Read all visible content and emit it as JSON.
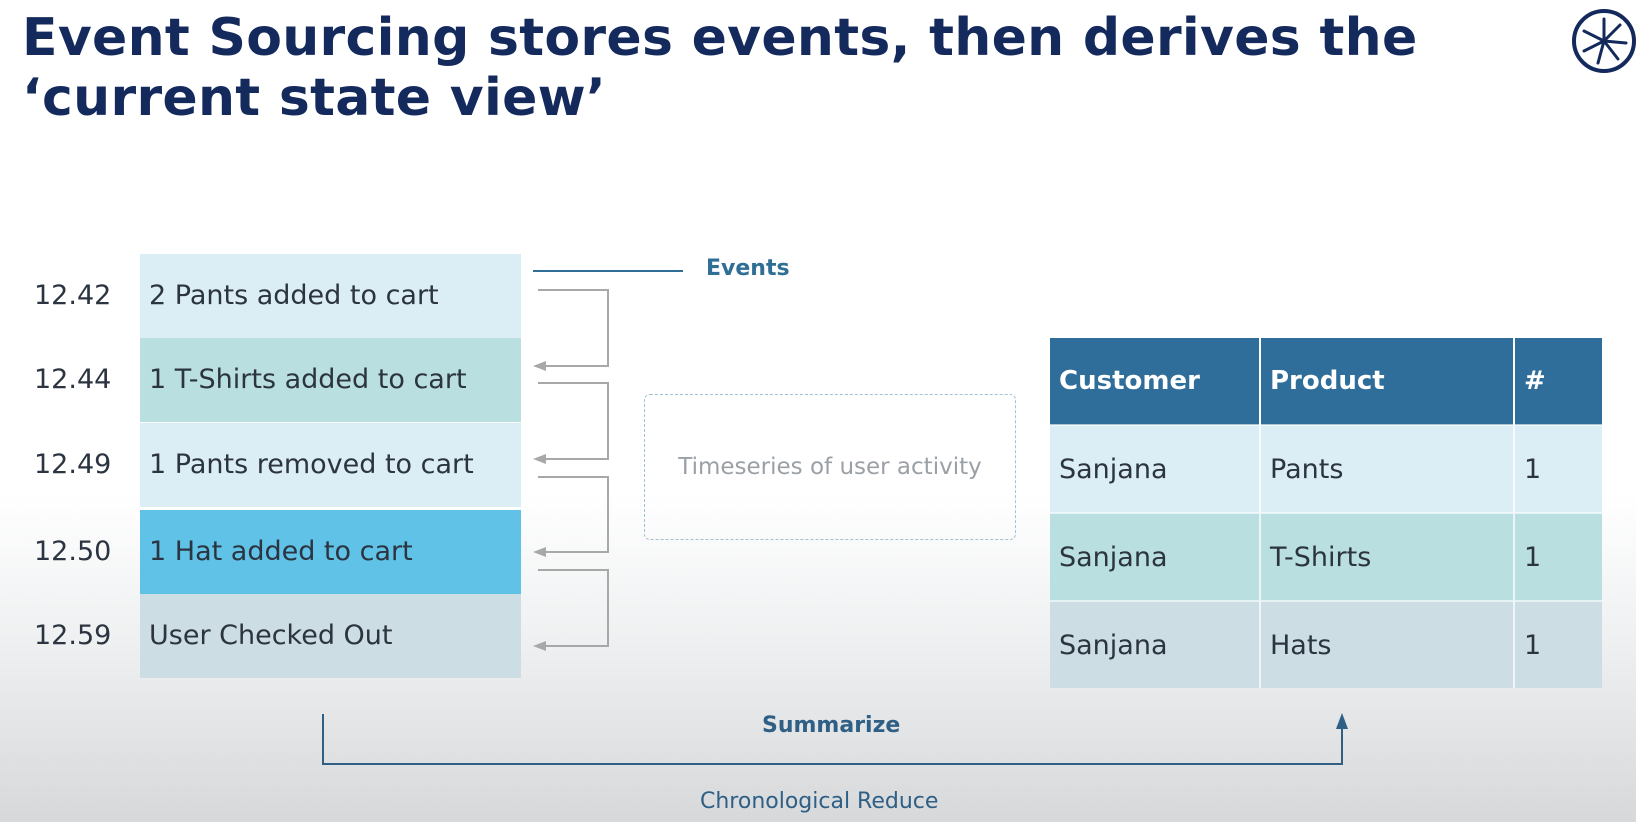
{
  "title": "Event Sourcing stores events, then derives the ‘current state view’",
  "events": [
    {
      "time": "12.42",
      "text": "2 Pants added to cart"
    },
    {
      "time": "12.44",
      "text": "1 T-Shirts added to cart"
    },
    {
      "time": "12.49",
      "text": "1 Pants removed to cart"
    },
    {
      "time": "12.50",
      "text": "1 Hat added to cart"
    },
    {
      "time": "12.59",
      "text": "User Checked Out"
    }
  ],
  "events_label": "Events",
  "timeseries_label": "Timeseries of user activity",
  "state_table": {
    "headers": [
      "Customer",
      "Product",
      "#"
    ],
    "rows": [
      [
        "Sanjana",
        "Pants",
        "1"
      ],
      [
        "Sanjana",
        "T-Shirts",
        "1"
      ],
      [
        "Sanjana",
        "Hats",
        "1"
      ]
    ]
  },
  "summarize_label": "Summarize",
  "reduce_label": "Chronological Reduce",
  "colors": {
    "title": "#14295c",
    "header": "#2f6e9a",
    "highlight_event": "#5fc2e6",
    "accent_text": "#2f6e95"
  },
  "icons": {
    "logo": "starburst-logo-icon"
  }
}
